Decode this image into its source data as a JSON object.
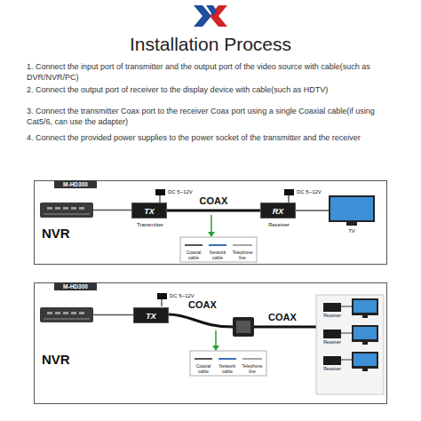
{
  "diagram": {
    "title": "Installation Process",
    "nodes": [
      {
        "text": [
          "M-HD300"
        ]
      },
      {
        "text": [
          "NVR"
        ],
        "in": 0
      },
      {
        "text": [
          "TX",
          "Transmitter"
        ],
        "in": 0
      },
      {
        "text": [
          "RX",
          "Receiver"
        ],
        "in": 0
      },
      {
        "text": [
          "TV"
        ],
        "in": 0
      },
      {
        "text": [
          "M-HD300"
        ]
      },
      {
        "text": [
          "NVR"
        ],
        "in": 5
      },
      {
        "text": [
          "TX"
        ],
        "in": 5
      },
      {
        "text": [
          "Receiver"
        ],
        "in": 5
      },
      {
        "text": [
          "Receiver"
        ],
        "in": 5
      },
      {
        "text": [
          "Receiver"
        ],
        "in": 5
      }
    ],
    "edges": [
      {
        "from": 1,
        "to": 2,
        "arrow": "none"
      },
      {
        "from": 2,
        "to": 3,
        "label": "COAX",
        "arrow": "none"
      },
      {
        "from": 3,
        "to": 4,
        "arrow": "none"
      },
      {
        "from": 6,
        "to": 7,
        "arrow": "none"
      }
    ],
    "labels": [
      "1. Connect the input port of transmitter and the output port of the video source with cable(such as DVR/NVR/PC)",
      "2. Connect the output port of receiver to the display device with cable(such as HDTV)",
      "3. Connect the transmitter Coax port to the receiver Coax port using a single Coaxial cable(if using Cat5/6, can use the adapter)",
      "4. Connect the provided power supplies to the power socket of the transmitter and the receiver",
      "DC 5~12V",
      "DC 5~12V",
      "Coaxial cable",
      "Network cable",
      "Telephone line",
      "DC 5~12V",
      "COAX",
      "COAX",
      "Coaxial cable",
      "Network cable",
      "Telephone line"
    ]
  }
}
